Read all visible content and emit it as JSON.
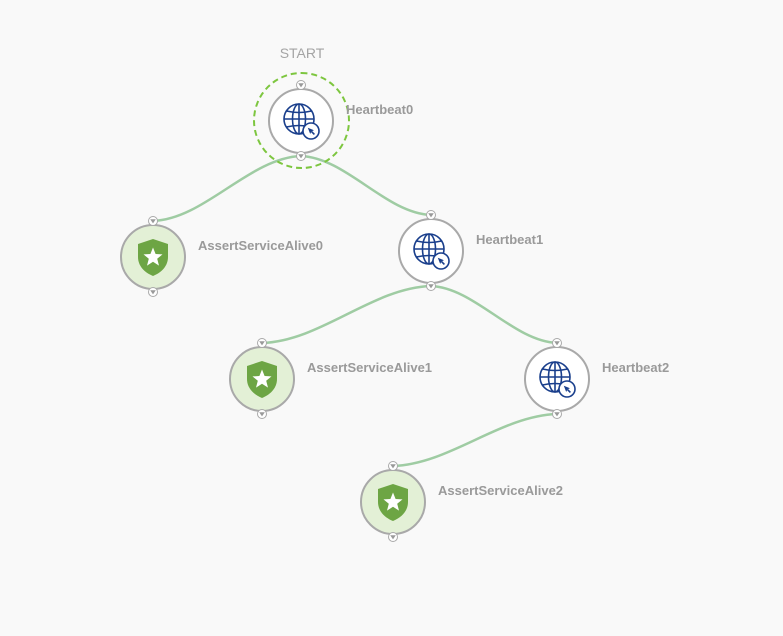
{
  "start_label": "START",
  "colors": {
    "edge": "#9fcca3",
    "start_ring": "#7dc63f",
    "node_border": "#a9a9a9",
    "http_icon": "#1a3f8c",
    "assert_shield": "#6da544",
    "assert_bg": "#e3f0d6",
    "label": "#9a9a9a"
  },
  "nodes": {
    "heartbeat0": {
      "label": "Heartbeat0",
      "icon": "globe-cursor-icon"
    },
    "assert0": {
      "label": "AssertServiceAlive0",
      "icon": "shield-star-icon"
    },
    "heartbeat1": {
      "label": "Heartbeat1",
      "icon": "globe-cursor-icon"
    },
    "assert1": {
      "label": "AssertServiceAlive1",
      "icon": "shield-star-icon"
    },
    "heartbeat2": {
      "label": "Heartbeat2",
      "icon": "globe-cursor-icon"
    },
    "assert2": {
      "label": "AssertServiceAlive2",
      "icon": "shield-star-icon"
    }
  },
  "edges": [
    {
      "from": "heartbeat0",
      "to": "assert0"
    },
    {
      "from": "heartbeat0",
      "to": "heartbeat1"
    },
    {
      "from": "heartbeat1",
      "to": "assert1"
    },
    {
      "from": "heartbeat1",
      "to": "heartbeat2"
    },
    {
      "from": "heartbeat2",
      "to": "assert2"
    }
  ]
}
